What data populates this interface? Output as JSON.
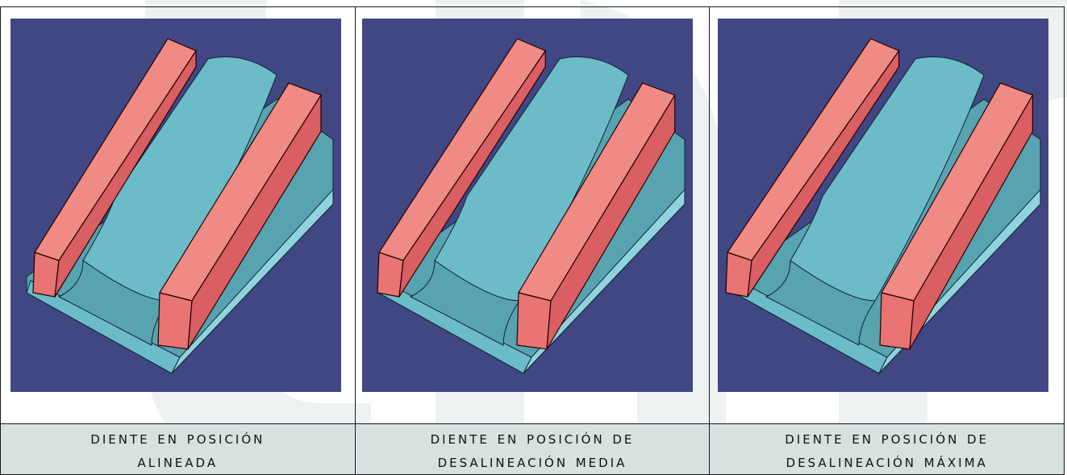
{
  "panels": [
    {
      "caption_line1": "DIENTE EN POSICIÓN",
      "caption_line2": "ALINEADA",
      "shift": 0
    },
    {
      "caption_line1": "DIENTE EN POSICIÓN DE",
      "caption_line2": "DESALINEACIÓN MEDIA",
      "shift": 0.5
    },
    {
      "caption_line1": "DIENTE EN POSICIÓN DE",
      "caption_line2": "DESALINEACIÓN MÁXIMA",
      "shift": 1
    }
  ],
  "colors": {
    "background": "#414783",
    "tooth": "#6bbcc8",
    "tooth_shadow": "#58a3b0",
    "tooth_light": "#8fd3dd",
    "bar_front": "#e87474",
    "bar_top": "#f08a84",
    "bar_side": "#d95f62",
    "caption_band": "#d6e1e0"
  }
}
